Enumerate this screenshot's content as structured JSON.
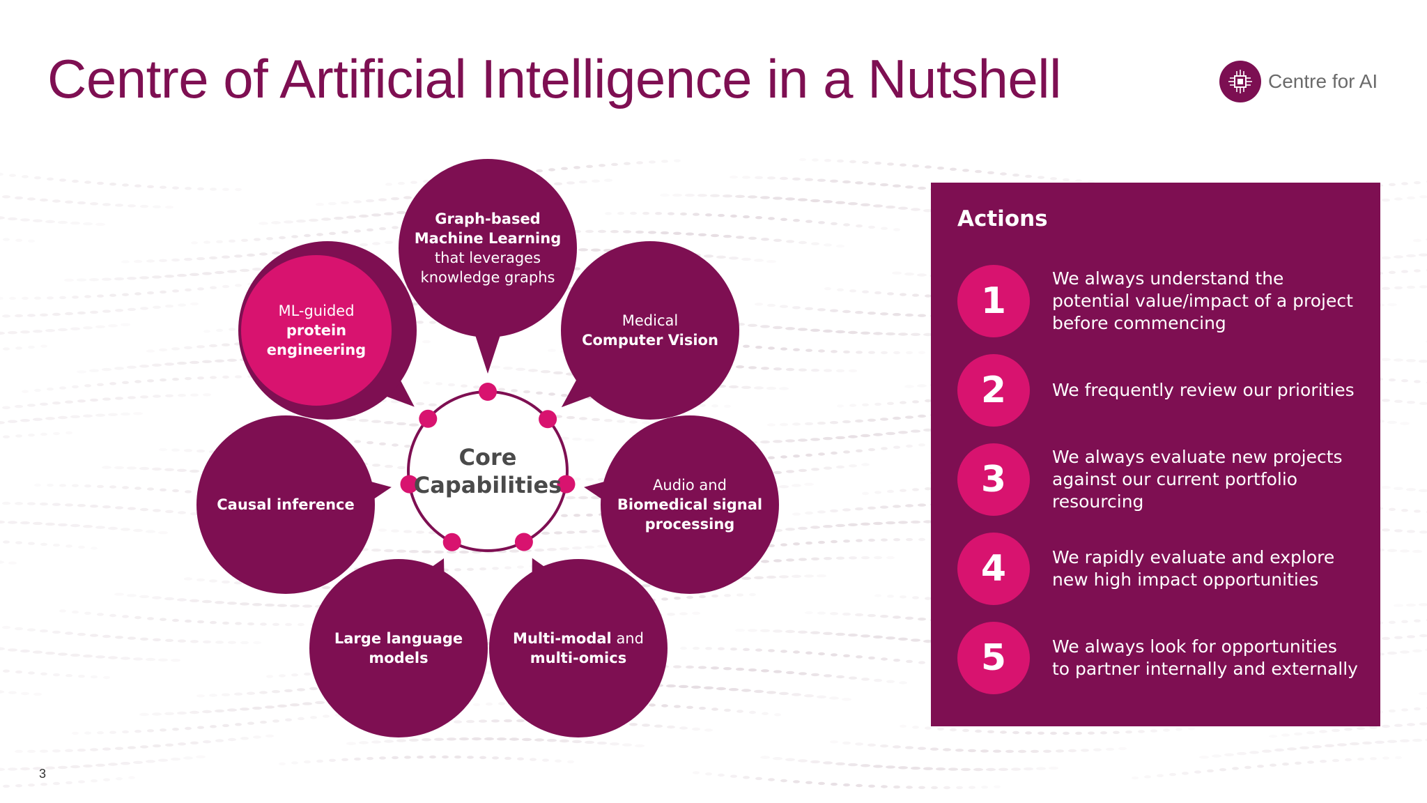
{
  "slide": {
    "title": "Centre of Artificial Intelligence in a Nutshell",
    "page_number": "3"
  },
  "logo": {
    "text": "Centre for AI",
    "icon": "circuit-chip-icon"
  },
  "colors": {
    "primary": "#7e0f52",
    "accent": "#d8136f",
    "text_gray": "#4a4a4a"
  },
  "core": {
    "line1": "Core",
    "line2": "Capabilities"
  },
  "capabilities": [
    {
      "id": "graph-ml",
      "lines": [
        [
          {
            "t": "Graph-based",
            "b": true
          }
        ],
        [
          {
            "t": "Machine Learning",
            "b": true
          }
        ],
        [
          {
            "t": "that leverages",
            "b": false
          }
        ],
        [
          {
            "t": "knowledge graphs",
            "b": false
          }
        ]
      ],
      "highlight": false
    },
    {
      "id": "computer-vision",
      "lines": [
        [
          {
            "t": "Medical",
            "b": false
          }
        ],
        [
          {
            "t": "Computer Vision",
            "b": true
          }
        ]
      ],
      "highlight": false
    },
    {
      "id": "biomedical-signal",
      "lines": [
        [
          {
            "t": "Audio and",
            "b": false
          }
        ],
        [
          {
            "t": "Biomedical signal",
            "b": true
          }
        ],
        [
          {
            "t": "processing",
            "b": true
          }
        ]
      ],
      "highlight": false
    },
    {
      "id": "multi-modal",
      "lines": [
        [
          {
            "t": "Multi-modal",
            "b": true
          },
          {
            "t": " and",
            "b": false
          }
        ],
        [
          {
            "t": "multi-omics",
            "b": true
          }
        ]
      ],
      "highlight": false
    },
    {
      "id": "llm",
      "lines": [
        [
          {
            "t": "Large language",
            "b": true
          }
        ],
        [
          {
            "t": "models",
            "b": true
          }
        ]
      ],
      "highlight": false
    },
    {
      "id": "causal-inference",
      "lines": [
        [
          {
            "t": "Causal inference",
            "b": true
          }
        ]
      ],
      "highlight": false
    },
    {
      "id": "protein-engineering",
      "lines": [
        [
          {
            "t": "ML-guided",
            "b": false
          }
        ],
        [
          {
            "t": "protein",
            "b": true
          }
        ],
        [
          {
            "t": "engineering",
            "b": true
          }
        ]
      ],
      "highlight": true
    }
  ],
  "actions": {
    "heading": "Actions",
    "items": [
      {
        "number": "1",
        "lines": [
          "We always understand the",
          "potential value/impact of a project",
          "before commencing"
        ]
      },
      {
        "number": "2",
        "lines": [
          "We frequently review our priorities"
        ]
      },
      {
        "number": "3",
        "lines": [
          "We always evaluate new projects",
          "against our current portfolio",
          "resourcing"
        ]
      },
      {
        "number": "4",
        "lines": [
          "We rapidly evaluate and explore",
          "new high impact opportunities"
        ]
      },
      {
        "number": "5",
        "lines": [
          "We always look for opportunities",
          "to partner internally and externally"
        ]
      }
    ]
  }
}
